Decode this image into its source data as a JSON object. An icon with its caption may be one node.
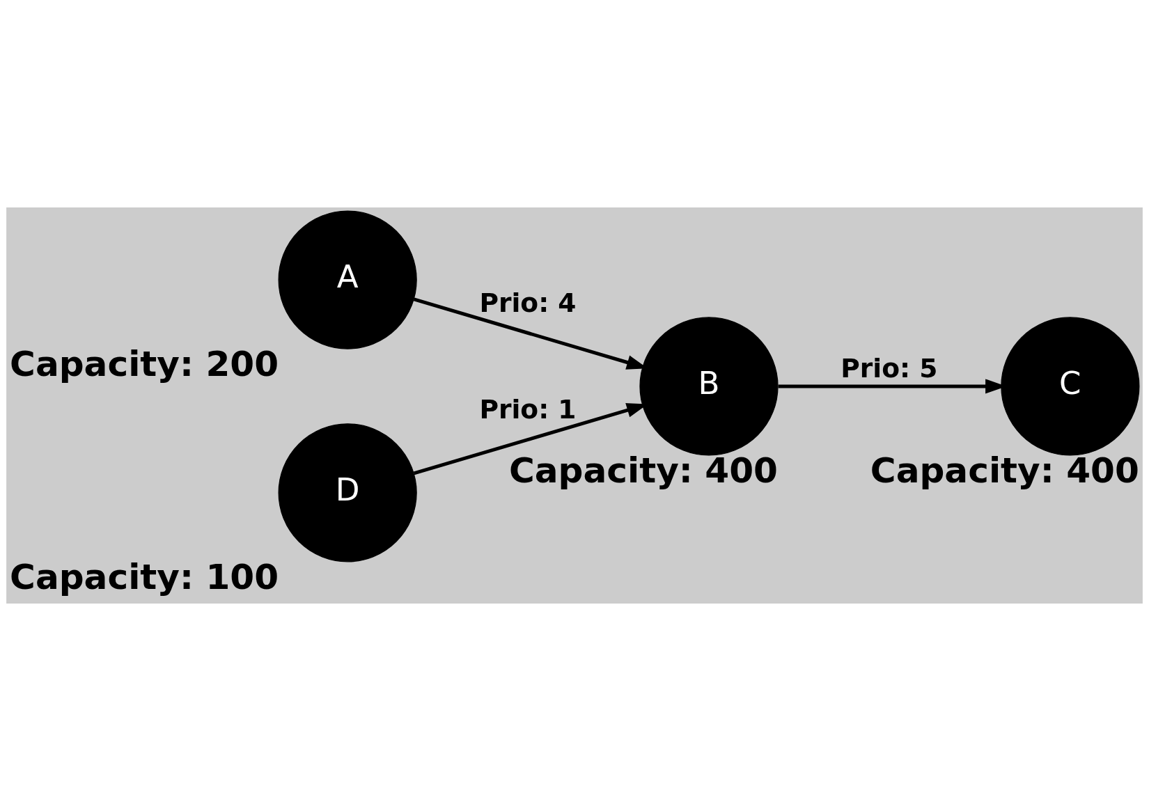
{
  "diagram": {
    "nodes": [
      {
        "text": [
          "A"
        ],
        "beside": [
          "Capacity: 200"
        ]
      },
      {
        "text": [
          "B"
        ],
        "beside": [
          "Capacity: 400"
        ]
      },
      {
        "text": [
          "D"
        ],
        "beside": [
          "Capacity: 100"
        ]
      },
      {
        "text": [
          "C"
        ],
        "beside": [
          "Capacity: 400"
        ]
      }
    ],
    "edges": [
      {
        "from": 0,
        "to": 1,
        "arrow": "to",
        "label": "Prio: 4"
      },
      {
        "from": 2,
        "to": 1,
        "arrow": "to",
        "label": "Prio: 1"
      },
      {
        "from": 1,
        "to": 3,
        "arrow": "to",
        "label": "Prio: 5"
      }
    ]
  }
}
